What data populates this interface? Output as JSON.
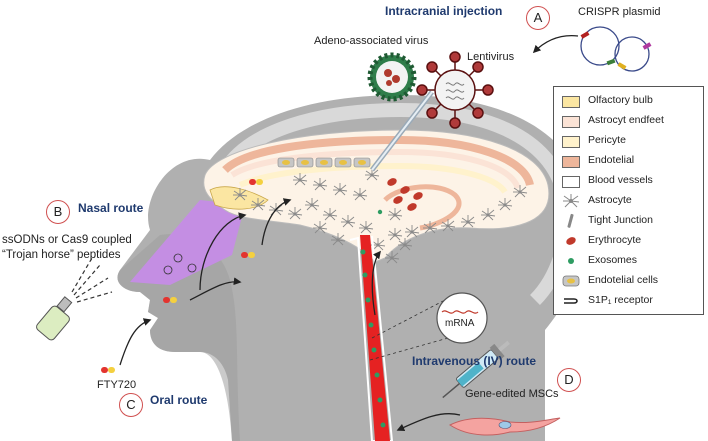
{
  "routes": {
    "intracranial": {
      "letter": "A",
      "label": "Intracranial injection"
    },
    "nasal": {
      "letter": "B",
      "label": "Nasal route"
    },
    "oral": {
      "letter": "C",
      "label": "Oral route"
    },
    "intravenous": {
      "letter": "D",
      "label": "Intravenous (IV) route"
    }
  },
  "labels": {
    "crispr_plasmid": "CRISPR plasmid",
    "aav": "Adeno-associated virus",
    "lentivirus": "Lentivirus",
    "nasal_agents_line1": "ssODNs or Cas9 coupled",
    "nasal_agents_line2": "“Trojan horse” peptides",
    "fty720": "FTY720",
    "mrna": "mRNA",
    "msc": "Gene-edited MSCs"
  },
  "legend": [
    {
      "name": "olfactory-bulb",
      "label": "Olfactory bulb",
      "swatch": "#fbe6a2",
      "kind": "box"
    },
    {
      "name": "astrocyte-endfeet",
      "label": "Astrocyt endfeet",
      "swatch": "#fbe3d6",
      "kind": "box"
    },
    {
      "name": "pericyte",
      "label": "Pericyte",
      "swatch": "#fff2cc",
      "kind": "box"
    },
    {
      "name": "endotelial",
      "label": "Endotelial",
      "swatch": "#eeb69b",
      "kind": "box"
    },
    {
      "name": "blood-vessels",
      "label": "Blood vessels",
      "swatch": "#ffffff",
      "kind": "box"
    },
    {
      "name": "astrocyte",
      "label": "Astrocyte",
      "swatch": "#888888",
      "kind": "astro-icon"
    },
    {
      "name": "tight-junction",
      "label": "Tight Junction",
      "swatch": "#888888",
      "kind": "bar-icon"
    },
    {
      "name": "erythrocyte",
      "label": "Erythrocyte",
      "swatch": "#c0392b",
      "kind": "rbc-icon"
    },
    {
      "name": "exosomes",
      "label": "Exosomes",
      "swatch": "#2e9c62",
      "kind": "dot-icon"
    },
    {
      "name": "endotelial-cells",
      "label": "Endotelial cells",
      "swatch": "#c6c6c6",
      "kind": "cell-icon"
    },
    {
      "name": "s1p1-receptor",
      "label": "S1P₁ receptor",
      "swatch": "#222222",
      "kind": "receptor-icon"
    }
  ],
  "colors": {
    "head": "#b3b3b3",
    "head_dark": "#8f8f8f",
    "skull": "#e0e0e0",
    "brain_fill": "#fdf3e7",
    "nasal_cavity": "#c58ce6",
    "vessel": "#e52222",
    "route_text": "#1f3a6e",
    "circle_border": "#d05050"
  }
}
